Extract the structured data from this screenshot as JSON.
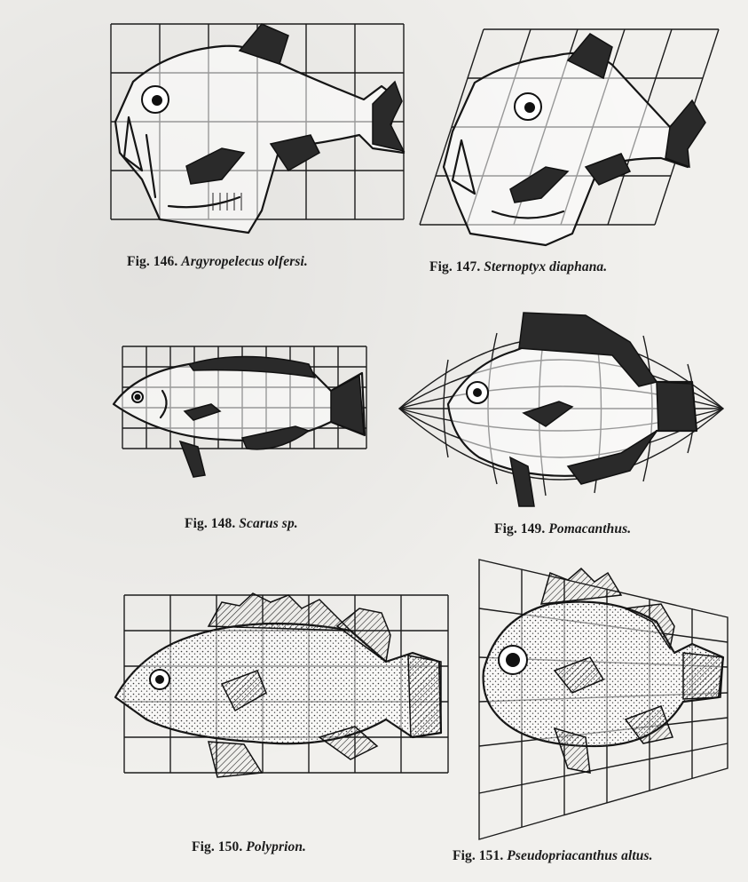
{
  "figures": [
    {
      "id": "146",
      "fig_label": "Fig. 146.",
      "species": "Argyropelecus olfersi."
    },
    {
      "id": "147",
      "fig_label": "Fig. 147.",
      "species": "Sternoptyx diaphana."
    },
    {
      "id": "148",
      "fig_label": "Fig. 148.",
      "species": "Scarus sp."
    },
    {
      "id": "149",
      "fig_label": "Fig. 149.",
      "species": "Pomacanthus."
    },
    {
      "id": "150",
      "fig_label": "Fig. 150.",
      "species": "Polyprion."
    },
    {
      "id": "151",
      "fig_label": "Fig. 151.",
      "species": "Pseudopriacanthus altus."
    }
  ]
}
